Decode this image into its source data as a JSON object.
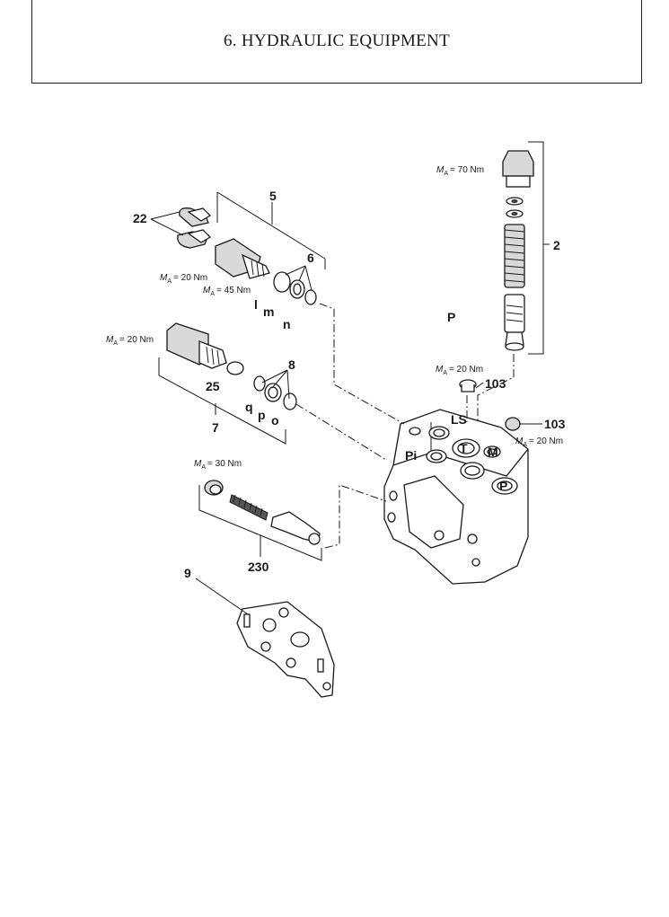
{
  "header": {
    "title": "6. HYDRAULIC EQUIPMENT"
  },
  "labels": {
    "p5": "5",
    "p22": "22",
    "p6": "6",
    "l": "l",
    "m": "m",
    "n": "n",
    "p2": "2",
    "P": "P",
    "p25": "25",
    "p8": "8",
    "q": "q",
    "p": "p",
    "o": "o",
    "p7": "7",
    "p103a": "103",
    "p103b": "103",
    "LS": "LS",
    "M": "M",
    "Pi": "Pi",
    "T": "T",
    "Pport": "P",
    "p230": "230",
    "p9": "9"
  },
  "torques": {
    "t70": "= 70 Nm",
    "t20a": "= 20 Nm",
    "t45": "= 45 Nm",
    "t20b": "= 20 Nm",
    "t20c": "= 20 Nm",
    "t20d": "= 20 Nm",
    "t30": "= 30 Nm"
  },
  "torque_symbol": "M",
  "torque_subscript": "A"
}
